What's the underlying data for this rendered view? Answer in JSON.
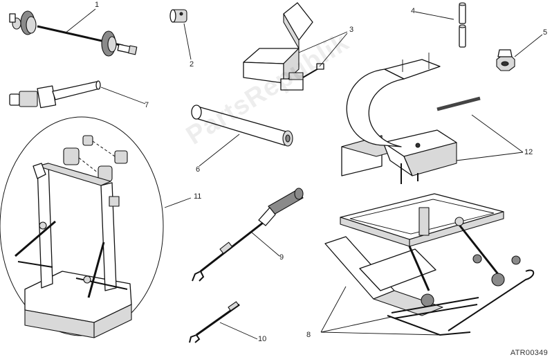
{
  "callouts": [
    "1",
    "2",
    "3",
    "4",
    "5",
    "6",
    "7",
    "8",
    "9",
    "10",
    "11",
    "12"
  ],
  "reference_code": "ATR00349",
  "watermark": "PartsRepublik"
}
